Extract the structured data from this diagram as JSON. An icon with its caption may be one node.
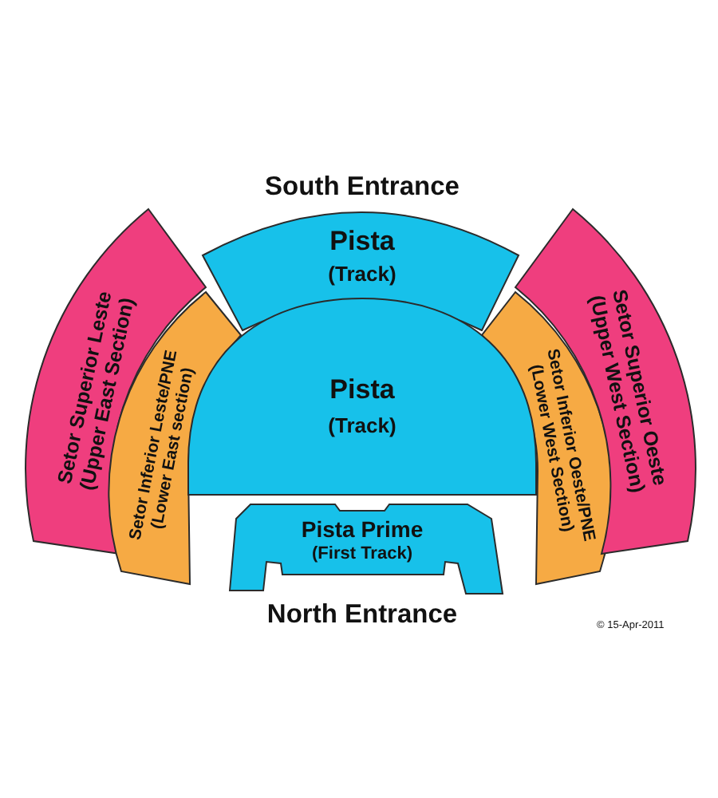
{
  "diagram": {
    "nodes": [
      {
        "text": [
          "Pista",
          "(Track)"
        ]
      },
      {
        "text": [
          "Setor Superior Leste",
          "(Upper East Section)"
        ]
      },
      {
        "text": [
          "Setor Inferior Leste/PNE",
          "(Lower East section)"
        ]
      },
      {
        "text": [
          "Pista",
          "(Track)"
        ]
      },
      {
        "text": [
          "Setor Inferior Oeste/PNE",
          "(Lower West Section)"
        ]
      },
      {
        "text": [
          "Setor Superior Oeste",
          "(Upper West Section)"
        ]
      },
      {
        "text": [
          "Pista Prime",
          "(First Track)"
        ]
      }
    ],
    "labels": [
      "South Entrance",
      "North Entrance",
      "© 15-Apr-2011"
    ]
  }
}
